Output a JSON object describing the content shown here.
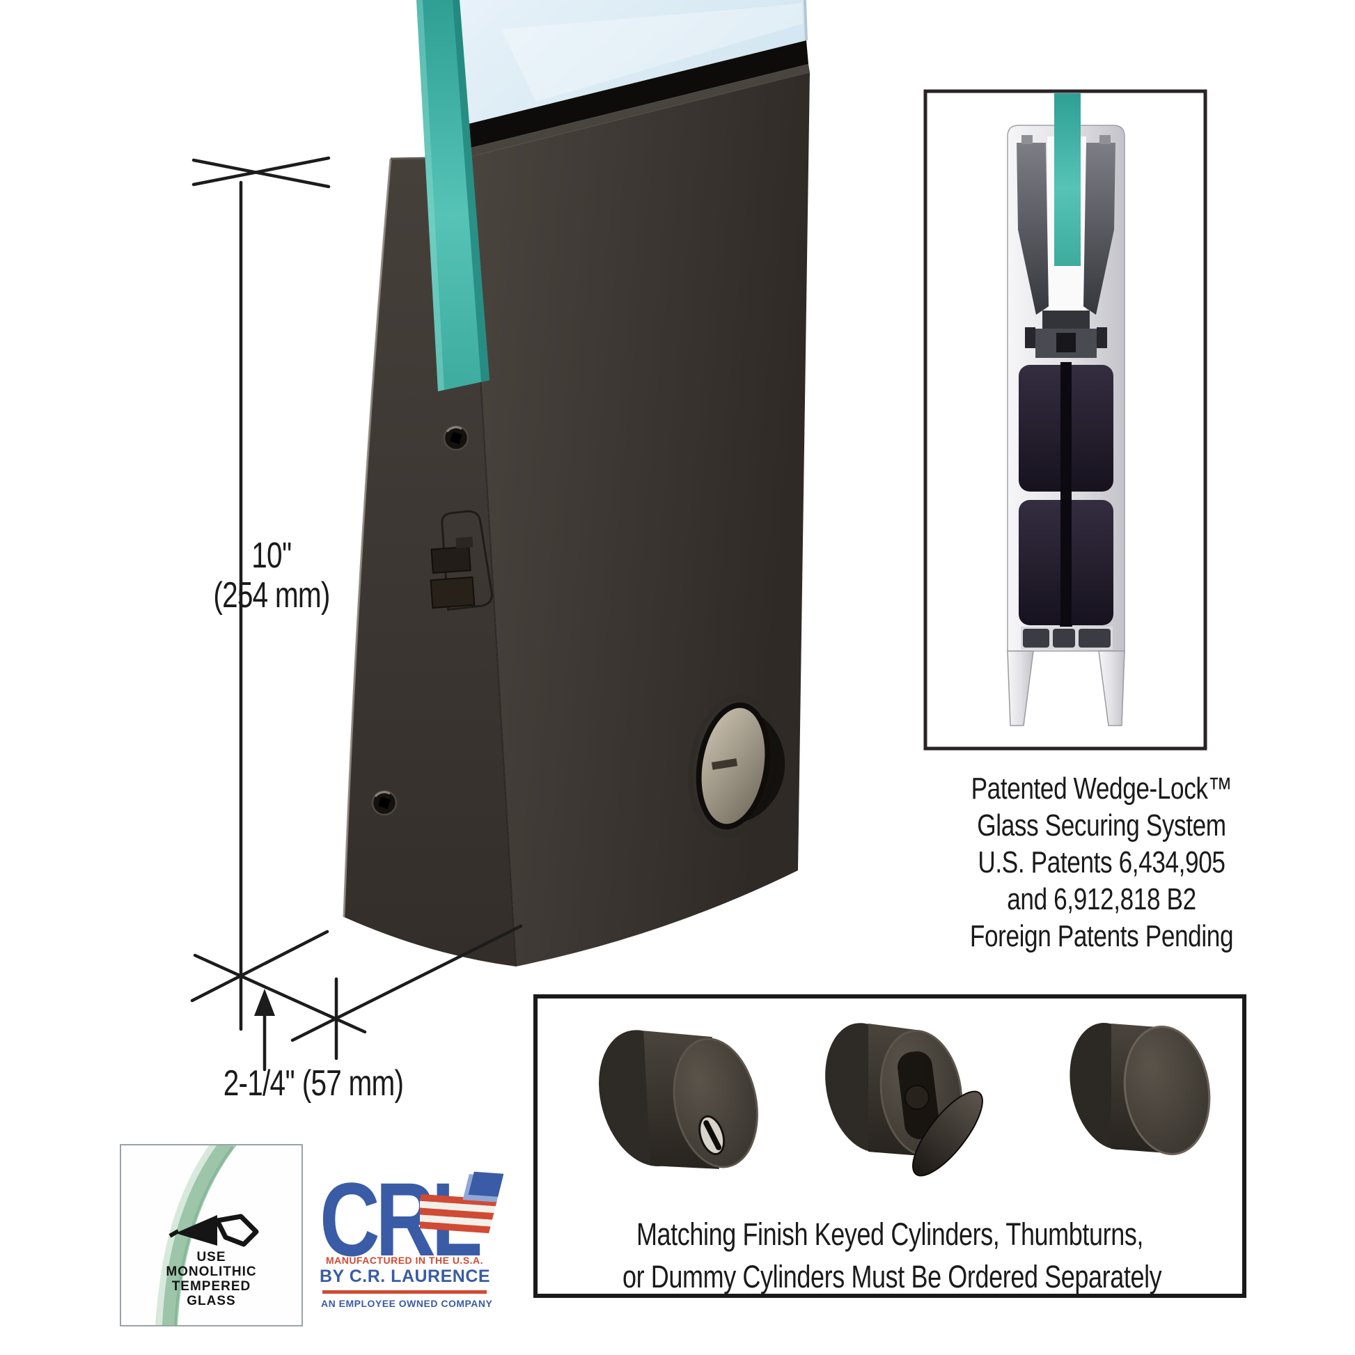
{
  "page": {
    "background_color": "#ffffff",
    "description_colors": {
      "rail_finish_dark_bronze": "#3e3833",
      "glass_pane_blue": "#dcecf5",
      "glass_edge_teal": "#3fae9f",
      "extrusion_aluminum": "#dedee2",
      "annotation_ink": "#1a1a1a",
      "crl_blue": "#3a5ca6",
      "crl_red": "#d14a33"
    }
  },
  "dimensions": {
    "height": {
      "line1": "10''",
      "line2": "(254 mm)"
    },
    "depth": {
      "label": "2-1/4'' (57 mm)"
    }
  },
  "patent": {
    "lines": [
      "Patented Wedge-Lock™",
      "Glass Securing System",
      "U.S. Patents 6,434,905",
      "and 6,912,818 B2",
      "Foreign Patents Pending"
    ]
  },
  "cylinders_box": {
    "caption_line1": "Matching Finish Keyed Cylinders, Thumbturns,",
    "caption_line2": "or Dummy Cylinders Must Be Ordered Separately",
    "items": [
      "keyed-cylinder",
      "thumbturn-cylinder",
      "dummy-cylinder"
    ]
  },
  "badge": {
    "lines": [
      "USE",
      "MONOLITHIC",
      "TEMPERED",
      "GLASS"
    ]
  },
  "crl_logo": {
    "letters": "CRL",
    "made_in_line": "MANUFACTURED IN THE U.S.A.",
    "byline": "BY C.R. LAURENCE",
    "company_line": "AN EMPLOYEE OWNED COMPANY"
  },
  "icons": {
    "tempered-glass-mark": "stylized safety-glasses glyph",
    "us-flag": "waving american flag",
    "dimension-arrow": "upward arrow"
  }
}
